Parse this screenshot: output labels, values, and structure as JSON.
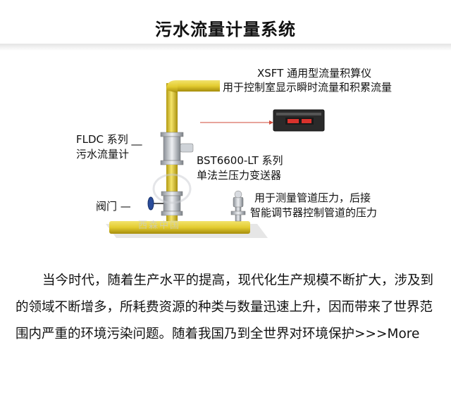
{
  "title": "污水流量计量系统",
  "labels": {
    "xsft_line1": "XSFT 通用型流量积算仪",
    "xsft_line2": "用于控制室显示瞬时流量和积累流量",
    "fldc_line1": "FLDC 系列 __",
    "fldc_line2": "污水流量计",
    "bst_line1": "BST6600-LT 系列",
    "bst_line2": "单法兰压力变送器",
    "valve": "阀门 —",
    "pressure_line1": "用于测量管道压力，后接",
    "pressure_line2": "智能调节器控制管道的压力"
  },
  "watermark": "西森中国",
  "colors": {
    "pipe": "#e8d23a",
    "pipe_dark": "#b39a10",
    "arrow": "#d04a3a"
  },
  "paragraph": {
    "text": "当今时代，随着生产水平的提高，现代化生产规模不断扩大，涉及到的领域不断增多，所耗费资源的种类与数量迅速上升，因而带来了世界范围内严重的环境污染问题。随着我国乃到全世界对环境保护",
    "more": ">>>More"
  }
}
